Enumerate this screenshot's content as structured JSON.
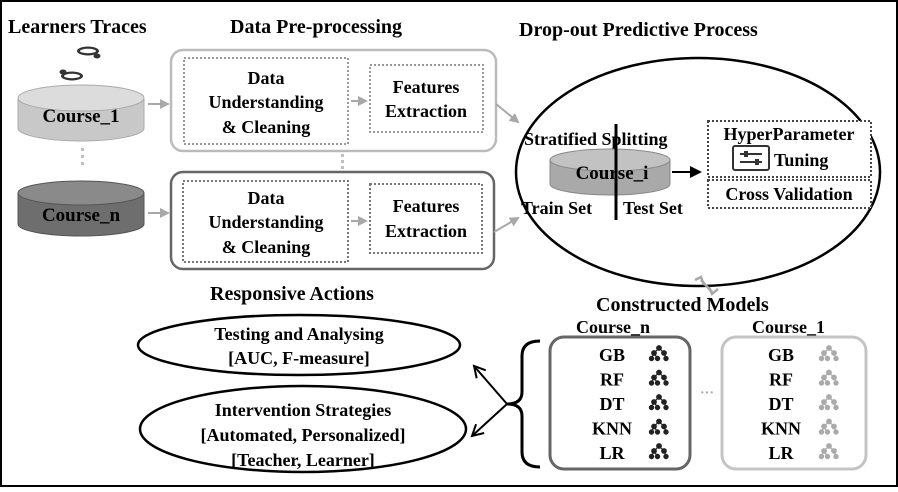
{
  "headers": {
    "learners_traces": "Learners Traces",
    "data_preprocessing": "Data Pre-processing",
    "dropout_process": "Drop-out Predictive Process",
    "responsive_actions": "Responsive Actions",
    "constructed_models": "Constructed Models"
  },
  "courses": {
    "first": "Course_1",
    "last": "Course_n",
    "current": "Course_i"
  },
  "preprocessing": {
    "understanding_line1": "Data",
    "understanding_line2": "Understanding",
    "understanding_line3": "& Cleaning",
    "extraction_line1": "Features",
    "extraction_line2": "Extraction"
  },
  "dropout": {
    "stratified_splitting": "Stratified Splitting",
    "train_set": "Train Set",
    "test_set": "Test Set",
    "hyperparameter": "HyperParameter",
    "tuning": "Tuning",
    "cross_validation": "Cross Validation"
  },
  "actions": {
    "testing_line1": "Testing and Analysing",
    "testing_line2": "[AUC, F-measure]",
    "intervention_line1": "Intervention Strategies",
    "intervention_line2": "[Automated, Personalized]",
    "intervention_line3": "[Teacher, Learner]"
  },
  "models": {
    "group_n_title": "Course_n",
    "group_1_title": "Course_1",
    "ellipsis": "···",
    "list": [
      "GB",
      "RF",
      "DT",
      "KNN",
      "LR"
    ]
  },
  "colors": {
    "dark_box": "#555555",
    "light_box": "#bbbbbb",
    "arrow_gray": "#a8a8a8",
    "course_light_cyl": "#c8c8c8",
    "course_dark_cyl": "#6e6e6e",
    "course_i_cyl": "#a9a9a9"
  },
  "icons": [
    "footprints-icon",
    "slider-settings-icon",
    "decision-tree-icon"
  ]
}
